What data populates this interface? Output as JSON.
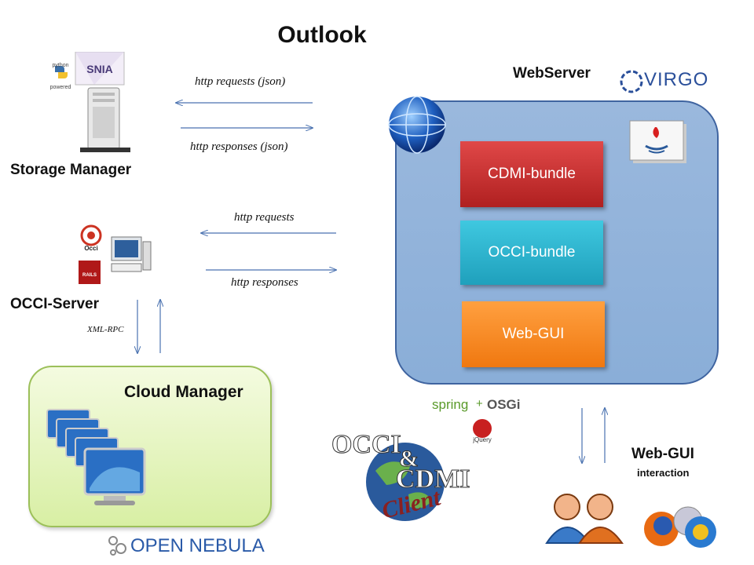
{
  "title": "Outlook",
  "storage_manager": {
    "label": "Storage Manager",
    "snia_logo_text": "SNIA",
    "python_logo_text": "python powered"
  },
  "occi_server": {
    "label": "OCCI-Server",
    "occi_logo_text": "Occi",
    "rails_logo_text": "RAILS"
  },
  "webserver": {
    "label": "WebServer",
    "virgo_logo_text": "VIRGO",
    "bundles": [
      {
        "label": "CDMI-bundle",
        "color": "#c83030"
      },
      {
        "label": "OCCI-bundle",
        "color": "#2eb4d0"
      },
      {
        "label": "Web-GUI",
        "color": "#f88a20"
      }
    ]
  },
  "arrows": {
    "storage_request": "http requests  (json)",
    "storage_response": "http responses (json)",
    "occi_request": "http requests",
    "occi_response": "http responses",
    "xml_rpc": "XML-RPC"
  },
  "cloud_manager": {
    "label": "Cloud Manager",
    "opennebula_logo_text": "OPEN NEBULA"
  },
  "client": {
    "logo_text_1": "OCCI",
    "logo_text_2": "&",
    "logo_text_3": "CDMI",
    "logo_text_4": "Client",
    "spring_text": "spring",
    "plus_text": "+",
    "osgi_text": "OSGi",
    "jquery_text": "jQuery"
  },
  "web_gui": {
    "label": "Web-GUI",
    "sublabel": "interaction"
  },
  "colors": {
    "arrow": "#4a72b0",
    "server_box": "#8aaed8",
    "cloud_box": "#d8efa4"
  }
}
